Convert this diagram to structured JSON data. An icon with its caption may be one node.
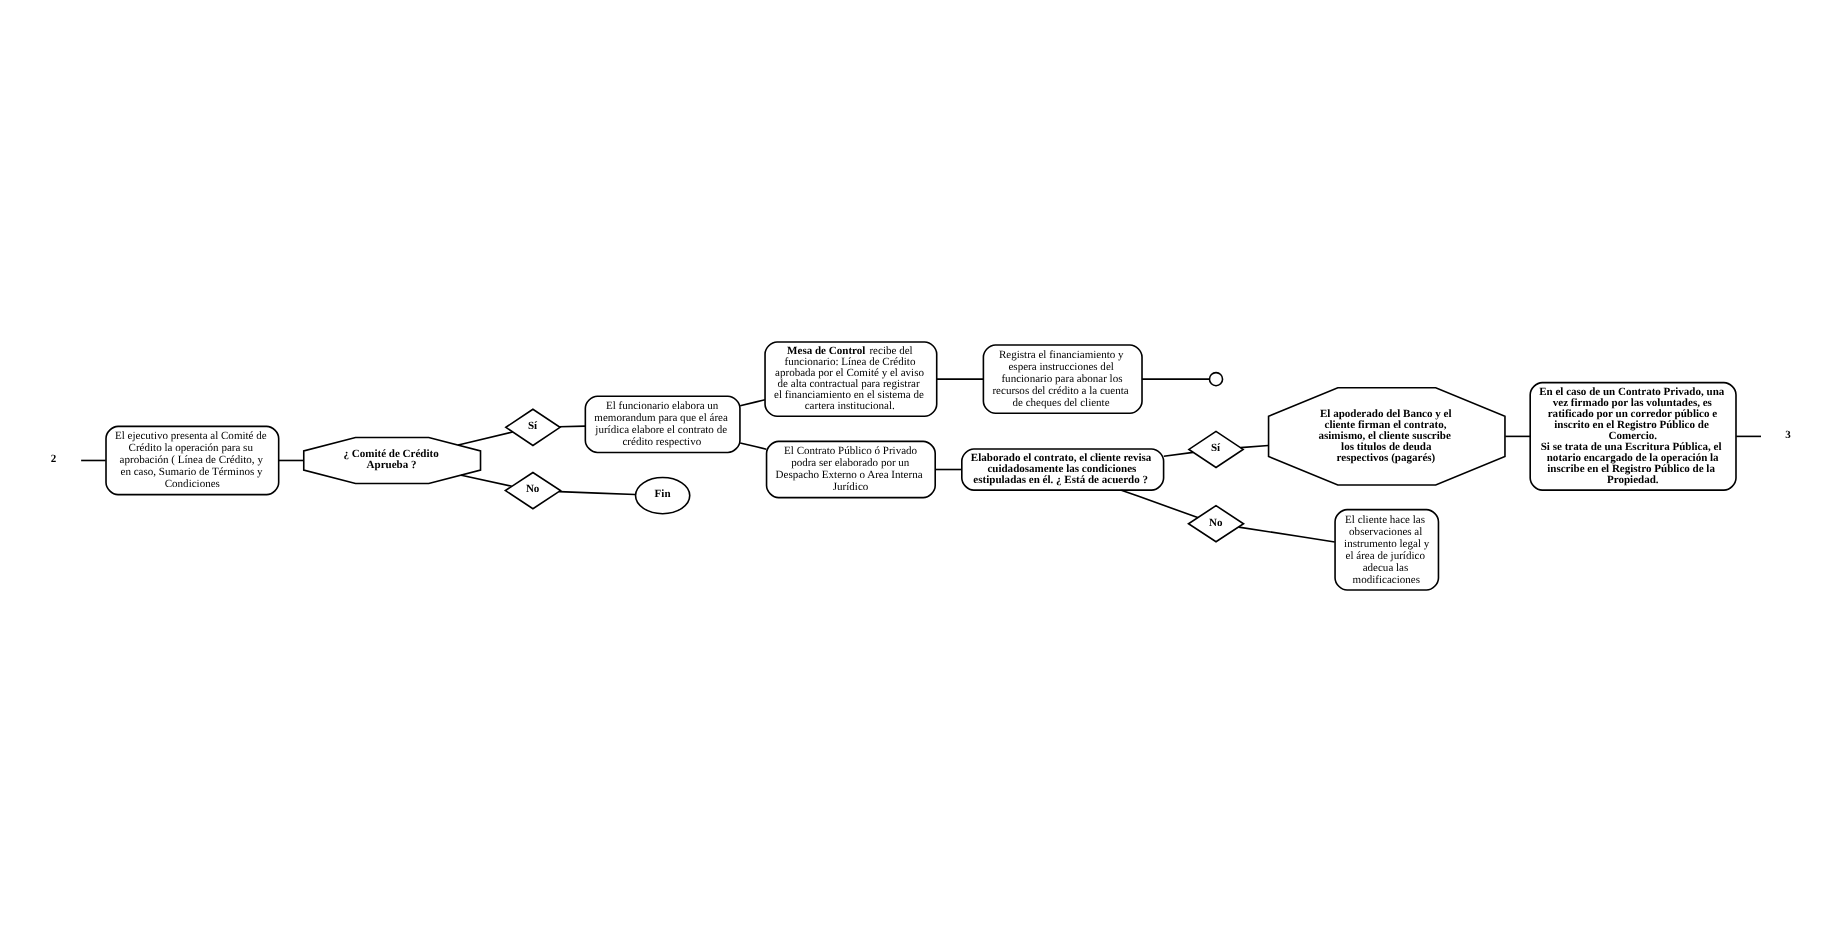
{
  "diagram": {
    "nodes": [
      {
        "text": [
          "2"
        ]
      },
      {
        "text": [
          "El ejecutivo presenta al Comité de Crédito la operación para su aprobación ( Línea de Crédito, y en caso, Sumario de Términos y Condiciones"
        ]
      },
      {
        "text": [
          "¿ Comité de Crédito Aprueba ?"
        ]
      },
      {
        "text": [
          "Sí"
        ]
      },
      {
        "text": [
          "El funcionario elabora un memorandum para que el área jurídica elabore el contrato de crédito respectivo"
        ]
      },
      {
        "text": [
          "**Mesa de Control** recibe del funcionario: Línea de Crédito aprobada por el Comité y el aviso de alta contractual para registrar el financiamiento en el sistema de cartera institucional."
        ]
      },
      {
        "text": [
          "Registra el financiamiento y espera instrucciones del funcionario para abonar los recursos del crédito a la cuenta de cheques del cliente"
        ]
      },
      {
        "text": [],
        "shape": "circle"
      },
      {
        "text": [
          "No"
        ]
      },
      {
        "text": [
          "Fin"
        ]
      },
      {
        "text": [
          "El Contrato Público ó Privado podra ser elaborado por un Despacho Externo o Area Interna Jurídico"
        ]
      },
      {
        "text": [
          "Elaborado el contrato, el cliente revisa cuidadosamente las condiciones estipuladas en él. ¿ Está de acuerdo ?"
        ]
      },
      {
        "text": [
          "Sí"
        ]
      },
      {
        "text": [
          "El apoderado del Banco y el cliente firman el contrato, asimismo, el cliente suscribe los titulos de deuda respectivos (pagarés)"
        ]
      },
      {
        "text": [
          "En el caso de un Contrato Privado, una vez firmado por las voluntades, es ratificado por un corredor público e inscrito en el Registro Público de Comercio.",
          "Si se trata de una Escritura Pública, el notario encargado de la operación la inscribe en el Registro Público de la Propiedad."
        ]
      },
      {
        "text": [
          "3"
        ]
      },
      {
        "text": [
          "No"
        ]
      },
      {
        "text": [
          "El cliente hace las observaciones al instrumento legal y el área de jurídico adecua las modificaciones"
        ]
      }
    ],
    "edges": [
      {
        "from": 0,
        "to": 1,
        "arrow": "none"
      },
      {
        "from": 1,
        "to": 2,
        "arrow": "none"
      },
      {
        "from": 2,
        "to": 3,
        "arrow": "none"
      },
      {
        "from": 3,
        "to": 4,
        "arrow": "none"
      },
      {
        "from": 4,
        "to": 5,
        "arrow": "none"
      },
      {
        "from": 5,
        "to": 6,
        "arrow": "none"
      },
      {
        "from": 6,
        "to": 7,
        "arrow": "none"
      },
      {
        "from": 2,
        "to": 8,
        "arrow": "none"
      },
      {
        "from": 8,
        "to": 9,
        "arrow": "none"
      },
      {
        "from": 4,
        "to": 10,
        "arrow": "none"
      },
      {
        "from": 10,
        "to": 11,
        "arrow": "none"
      },
      {
        "from": 11,
        "to": 12,
        "arrow": "none"
      },
      {
        "from": 12,
        "to": 13,
        "arrow": "none"
      },
      {
        "from": 13,
        "to": 14,
        "arrow": "none"
      },
      {
        "from": 14,
        "to": 15,
        "arrow": "none"
      },
      {
        "from": 11,
        "to": 16,
        "arrow": "none"
      },
      {
        "from": 16,
        "to": 17,
        "arrow": "none"
      }
    ]
  }
}
